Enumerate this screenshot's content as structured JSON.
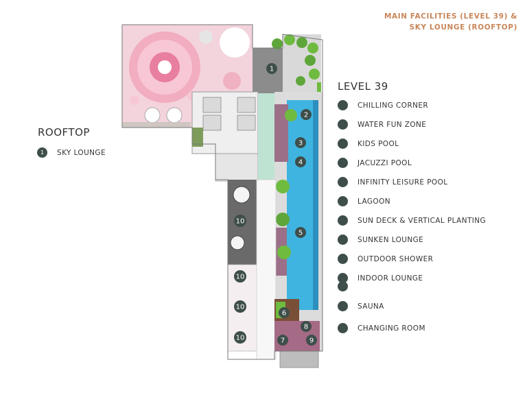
{
  "title": {
    "line1": "MAIN FACILITIES (LEVEL 39) &",
    "line2": "SKY LOUNGE (ROOFTOP)"
  },
  "rooftop": {
    "heading": "ROOFTOP",
    "items": [
      {
        "number": "1",
        "label": "SKY LOUNGE"
      }
    ]
  },
  "level39": {
    "heading": "LEVEL 39",
    "items": [
      {
        "label": "CHILLING CORNER"
      },
      {
        "label": "WATER FUN ZONE"
      },
      {
        "label": "KIDS POOL"
      },
      {
        "label": "JACUZZI POOL"
      },
      {
        "label": "INFINITY LEISURE POOL"
      },
      {
        "label": "LAGOON"
      },
      {
        "label": "SUN DECK  &  VERTICAL PLANTING"
      },
      {
        "label": "SUNKEN LOUNGE"
      },
      {
        "label": "OUTDOOR SHOWER"
      },
      {
        "label": "INDOOR LOUNGE"
      },
      {
        "label": ""
      },
      {
        "label": "SAUNA"
      },
      {
        "label": "CHANGING ROOM"
      }
    ]
  },
  "plan_markers": [
    "1",
    "2",
    "3",
    "4",
    "5",
    "6",
    "7",
    "8",
    "9",
    "10",
    "10",
    "10",
    "10",
    "10"
  ],
  "colors": {
    "title": "#c8865a",
    "marker": "#3e4e4a",
    "pool": "#3fb4e0",
    "pink": "#e98aa6",
    "green": "#5fa63a"
  }
}
